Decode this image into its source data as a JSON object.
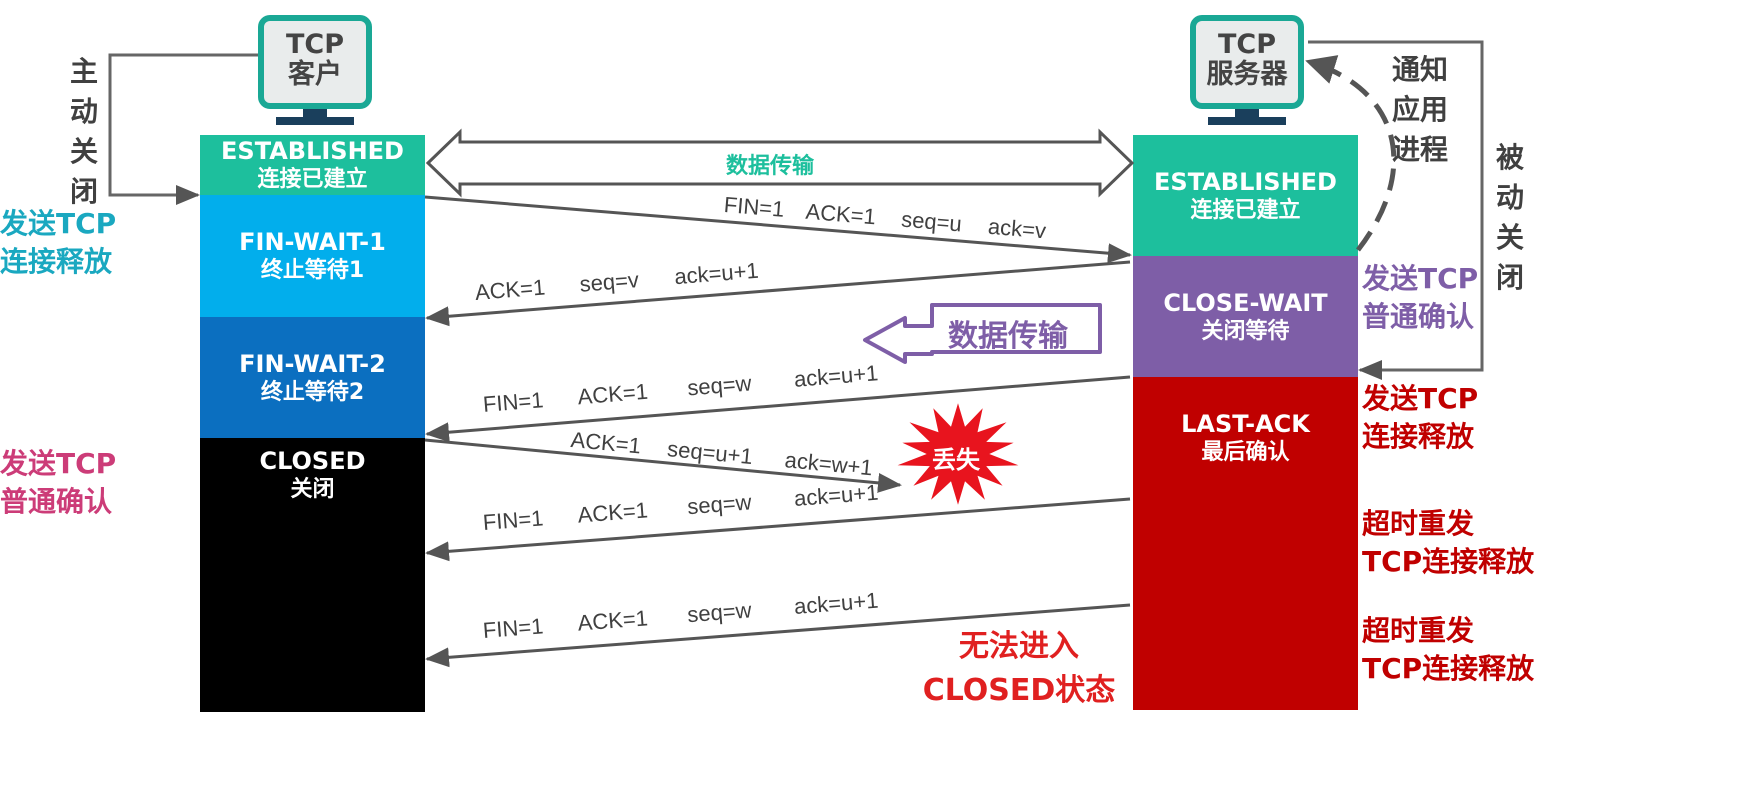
{
  "client": {
    "line1": "TCP",
    "line2": "客户"
  },
  "server": {
    "line1": "TCP",
    "line2": "服务器"
  },
  "side_labels": {
    "active_close": "主\n动\n关\n闭",
    "passive_close": "被\n动\n关\n闭",
    "notify_app": "通知\n应用\n进程"
  },
  "client_states": [
    {
      "en": "ESTABLISHED",
      "cn": "连接已建立"
    },
    {
      "en": "FIN-WAIT-1",
      "cn": "终止等待1"
    },
    {
      "en": "FIN-WAIT-2",
      "cn": "终止等待2"
    },
    {
      "en": "CLOSED",
      "cn": "关闭"
    }
  ],
  "server_states": [
    {
      "en": "ESTABLISHED",
      "cn": "连接已建立"
    },
    {
      "en": "CLOSE-WAIT",
      "cn": "关闭等待"
    },
    {
      "en": "LAST-ACK",
      "cn": "最后确认"
    }
  ],
  "data_transfer": "数据传输",
  "data_transfer_box": "数据传输",
  "messages": [
    {
      "fields": [
        "FIN=1",
        "ACK=1",
        "seq=u",
        "ack=v"
      ]
    },
    {
      "fields": [
        "ACK=1",
        "seq=v",
        "ack=u+1"
      ]
    },
    {
      "fields": [
        "FIN=1",
        "ACK=1",
        "seq=w",
        "ack=u+1"
      ]
    },
    {
      "fields": [
        "ACK=1",
        "seq=u+1",
        "ack=w+1"
      ]
    },
    {
      "fields": [
        "FIN=1",
        "ACK=1",
        "seq=w",
        "ack=u+1"
      ]
    },
    {
      "fields": [
        "FIN=1",
        "ACK=1",
        "seq=w",
        "ack=u+1"
      ]
    }
  ],
  "lost": "丢失",
  "left_notes": {
    "send_release": [
      "发送TCP",
      "连接释放"
    ],
    "send_ack": [
      "发送TCP",
      "普通确认"
    ]
  },
  "right_notes": {
    "send_ack": [
      "发送TCP",
      "普通确认"
    ],
    "send_release": [
      "发送TCP",
      "连接释放"
    ],
    "retransmit_1": [
      "超时重发",
      "TCP连接释放"
    ],
    "retransmit_2": [
      "超时重发",
      "TCP连接释放"
    ]
  },
  "cannot_close": [
    "无法进入",
    "CLOSED状态"
  ],
  "colors": {
    "established": "#1dbf9d",
    "fin_wait_1": "#02aeec",
    "fin_wait_2": "#0b6fc0",
    "closed": "#000000",
    "close_wait": "#7e5ea7",
    "last_ack": "#c00000",
    "teal_text": "#1aa8c0",
    "pink_text": "#cc3c78",
    "purple_text": "#7e5ea7",
    "red_text": "#c00000",
    "arrow": "#555555"
  }
}
